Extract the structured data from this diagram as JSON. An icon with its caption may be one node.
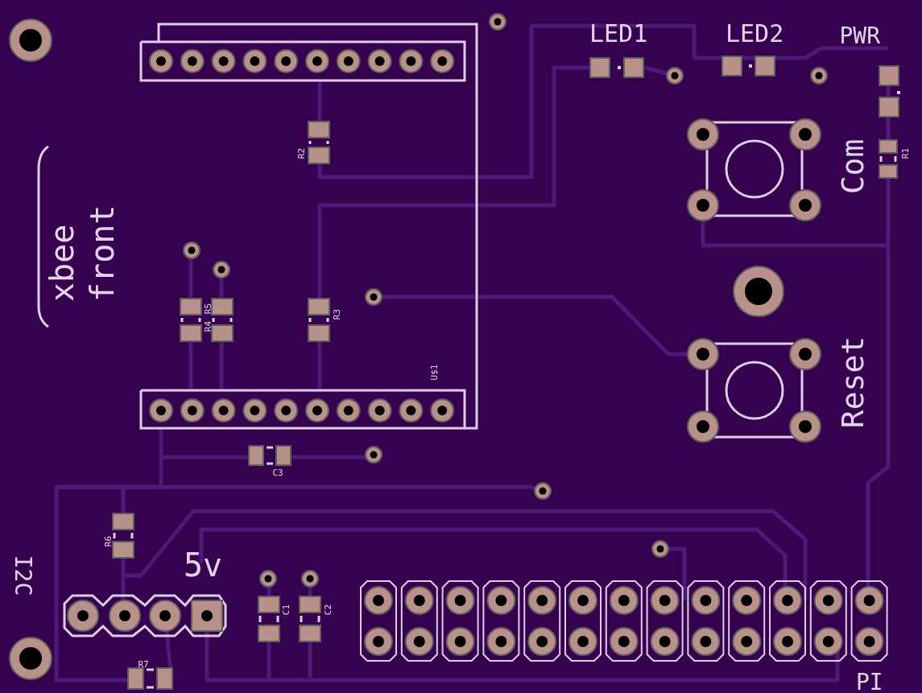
{
  "diagram": {
    "labels": [
      "LED1",
      "LED2",
      "PWR",
      "R2",
      "R1",
      "Com",
      "xbee front",
      "R5",
      "R4",
      "R3",
      "U$1",
      "Reset",
      "C3",
      "R6",
      "I2C",
      "5v",
      "C1",
      "C2",
      "R7",
      "PI"
    ]
  }
}
